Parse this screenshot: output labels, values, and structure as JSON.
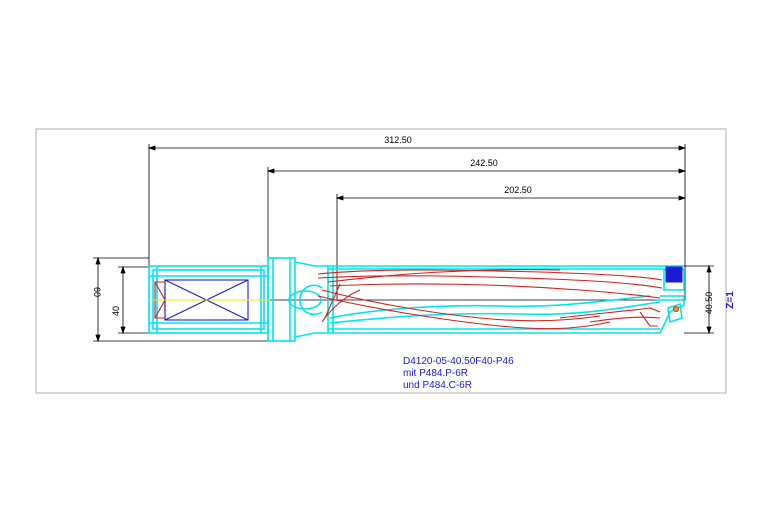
{
  "drawing": {
    "dimensions": {
      "overall_length": "312.50",
      "body_length": "242.50",
      "flute_length": "202.50",
      "shank_diameter_outer": "60",
      "shank_diameter_inner": "40",
      "cutting_diameter": "40.50"
    },
    "tool_designation": "D4120-05-40.50F40-P46",
    "insert_line_1": "mit P484.P-6R",
    "insert_line_2": "und P484.C-6R",
    "flutes_label": "Z=1"
  },
  "colors": {
    "outline_cyan": "#00e5ee",
    "flute_red": "#d42020",
    "insert_blue": "#1b1bd6",
    "centerline_yellow": "#e8e800",
    "dimension_black": "#000000",
    "frame_gray": "#b0b0b0"
  }
}
